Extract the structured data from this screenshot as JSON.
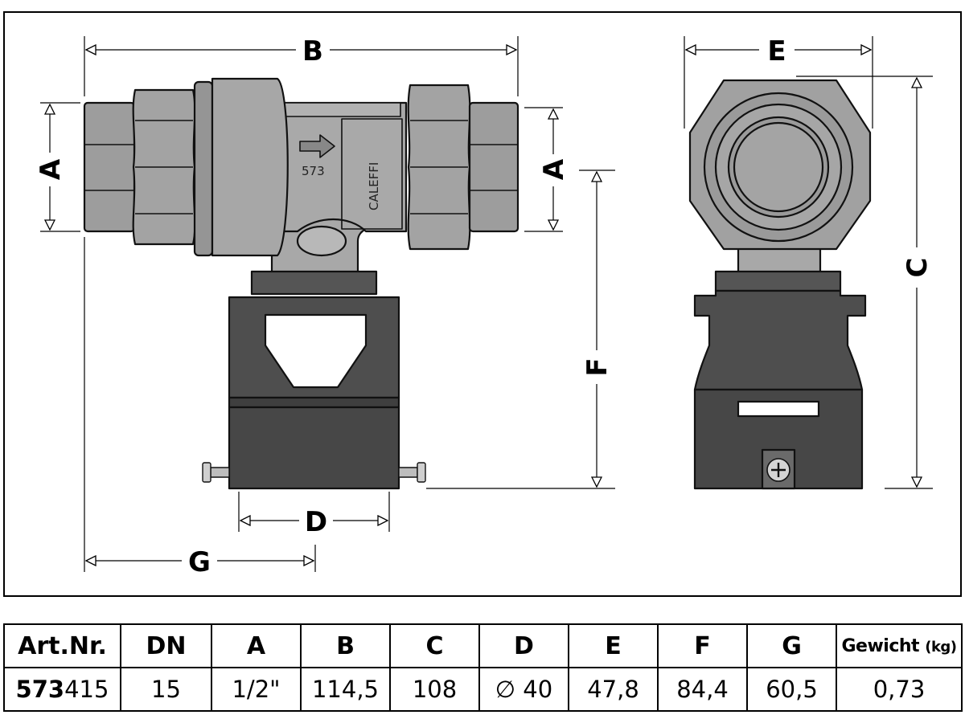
{
  "diagram": {
    "dimension_labels": {
      "a_left": "A",
      "a_right": "A",
      "b": "B",
      "c": "C",
      "d": "D",
      "e": "E",
      "f": "F",
      "g": "G"
    },
    "valve_marking": {
      "model": "573",
      "brand": "CALEFFI"
    },
    "colors": {
      "metal_body": "#9b9b9b",
      "actuator": "#4a4a4a",
      "outline": "#111111"
    }
  },
  "spec_table": {
    "headers": {
      "art_nr": "Art.Nr.",
      "dn": "DN",
      "a": "A",
      "b": "B",
      "c": "C",
      "d": "D",
      "e": "E",
      "f": "F",
      "g": "G",
      "weight": "Gewicht",
      "weight_unit": "(kg)"
    },
    "row": {
      "art_prefix": "573",
      "art_suffix": "415",
      "dn": "15",
      "a": "1/2\"",
      "b": "114,5",
      "c": "108",
      "d": "∅ 40",
      "e": "47,8",
      "f": "84,4",
      "g": "60,5",
      "weight": "0,73"
    }
  }
}
